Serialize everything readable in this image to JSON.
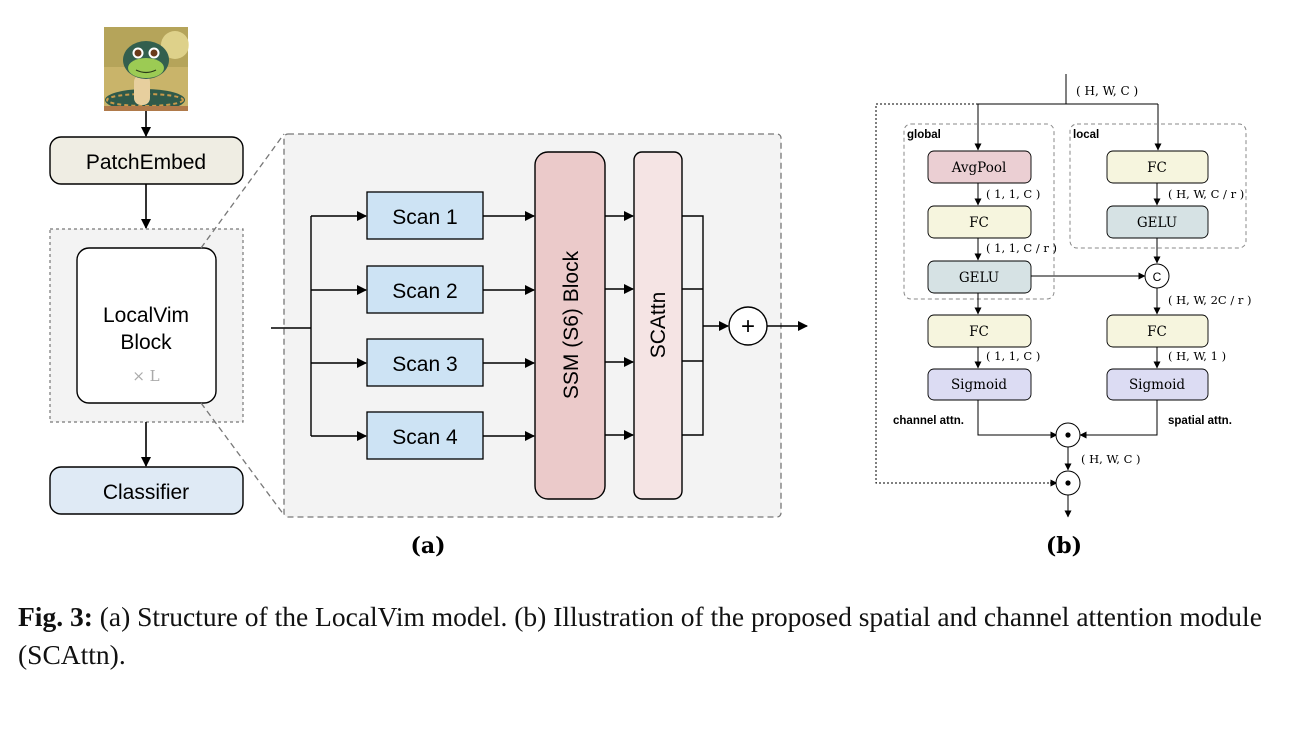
{
  "figure": {
    "panel_a": {
      "label": "(a)",
      "input_image": "snake-mascot-image",
      "patch_embed": "PatchEmbed",
      "block_line1": "LocalVim",
      "block_line2": "Block",
      "repeat": "× L",
      "classifier": "Classifier",
      "scans": [
        "Scan 1",
        "Scan 2",
        "Scan 3",
        "Scan 4"
      ],
      "ssm": "SSM (S6) Block",
      "scattn": "SCAttn",
      "add_symbol": "+"
    },
    "panel_b": {
      "label": "(b)",
      "input_shape": "( H, W, C )",
      "global_label": "global",
      "local_label": "local",
      "global": {
        "avgpool": "AvgPool",
        "shape1": "( 1, 1, C )",
        "fc": "FC",
        "shape2": "( 1, 1, C / r )",
        "gelu": "GELU",
        "fc2": "FC",
        "shape3": "( 1, 1, C )",
        "sigmoid": "Sigmoid",
        "attn_label": "channel attn."
      },
      "local": {
        "fc": "FC",
        "shape1": "( H, W, C / r )",
        "gelu": "GELU",
        "concat": "C",
        "shape2": "( H, W, 2C / r )",
        "fc2": "FC",
        "shape3": "( H, W, 1 )",
        "sigmoid": "Sigmoid",
        "attn_label": "spatial attn."
      },
      "mult_symbol": "•",
      "output_shape": "( H, W, C )"
    },
    "colors": {
      "patch_embed": "#efede3",
      "classifier": "#dfeaf5",
      "scan": "#cde3f4",
      "ssm": "#ebcaca",
      "scattn": "#f5e4e4",
      "avgpool": "#ebcfd3",
      "fc": "#f6f5de",
      "gelu": "#d6e2e4",
      "sigmoid": "#dcdcf3",
      "panel_bg": "#f3f3f3"
    }
  },
  "caption": {
    "prefix": "Fig. 3:",
    "text": " (a) Structure of the LocalVim model. (b) Illustration of the proposed spatial and channel attention module (SCAttn)."
  }
}
